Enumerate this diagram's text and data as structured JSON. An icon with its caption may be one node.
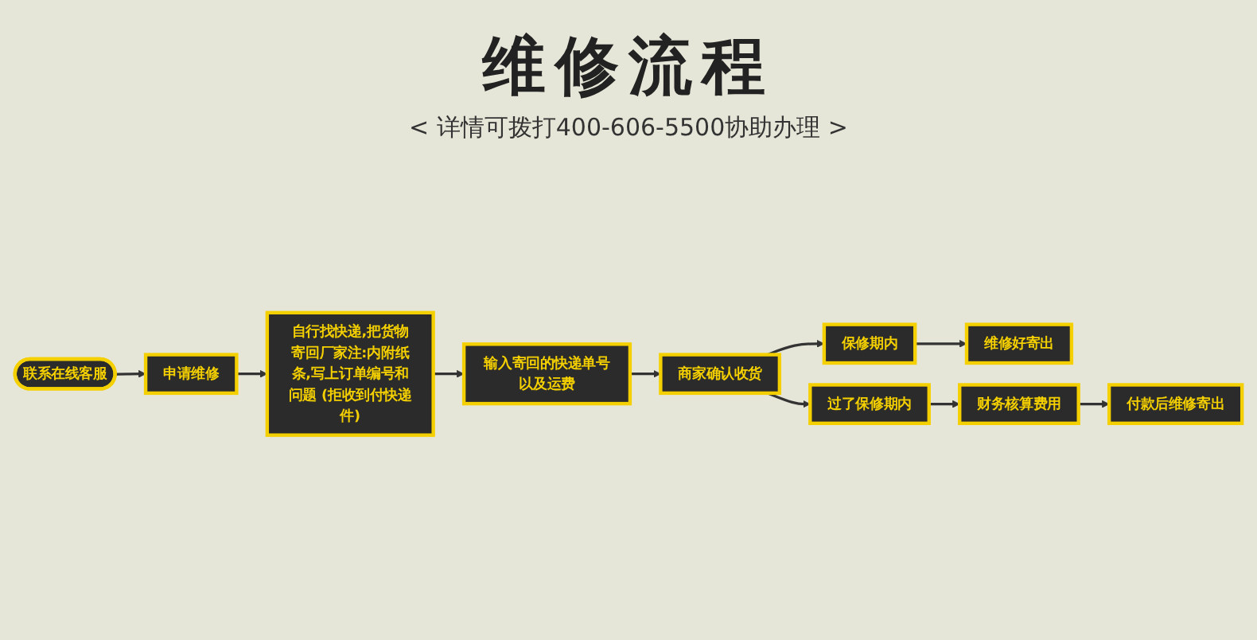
{
  "diagram": {
    "title": "维修流程",
    "nodes": [
      {
        "text": [
          "联系在线客服"
        ]
      },
      {
        "text": [
          "申请维修"
        ]
      },
      {
        "text": [
          "自行找快递,把货物寄回厂家注:内附纸条,写上订单编号和问题 (拒收到付快递件)"
        ]
      },
      {
        "text": [
          "输入寄回的快递单号以及运费"
        ]
      },
      {
        "text": [
          "商家确认收货"
        ]
      },
      {
        "text": [
          "保修期内"
        ]
      },
      {
        "text": [
          "维修好寄出"
        ]
      },
      {
        "text": [
          "过了保修期内"
        ]
      },
      {
        "text": [
          "财务核算费用"
        ]
      },
      {
        "text": [
          "付款后维修寄出"
        ]
      }
    ],
    "edges": [
      {
        "from": 0,
        "to": 1,
        "arrow": "to"
      },
      {
        "from": 1,
        "to": 2,
        "arrow": "to"
      },
      {
        "from": 2,
        "to": 3,
        "arrow": "to"
      },
      {
        "from": 3,
        "to": 4,
        "arrow": "to"
      },
      {
        "from": 4,
        "to": 5,
        "arrow": "to"
      },
      {
        "from": 5,
        "to": 6,
        "arrow": "to"
      },
      {
        "from": 4,
        "to": 7,
        "arrow": "to"
      },
      {
        "from": 7,
        "to": 8,
        "arrow": "to"
      },
      {
        "from": 8,
        "to": 9,
        "arrow": "to"
      }
    ],
    "labels": [
      "< 详情可拨打400-606-5500协助办理 >"
    ]
  }
}
